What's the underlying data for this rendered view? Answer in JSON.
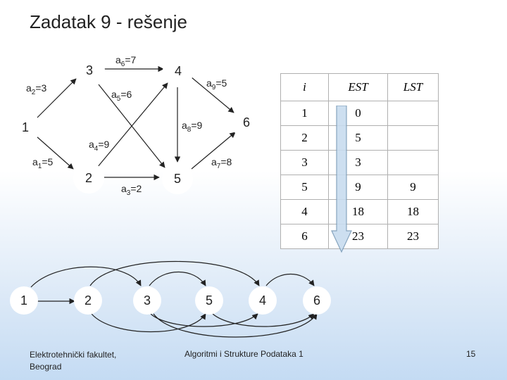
{
  "title": "Zadatak 9 - rešenje",
  "graph": {
    "nodes": [
      "1",
      "2",
      "3",
      "4",
      "5",
      "6"
    ],
    "edges": [
      {
        "name": "a",
        "sub": "1",
        "value": "=5"
      },
      {
        "name": "a",
        "sub": "2",
        "value": "=3"
      },
      {
        "name": "a",
        "sub": "3",
        "value": "=2"
      },
      {
        "name": "a",
        "sub": "4",
        "value": "=9"
      },
      {
        "name": "a",
        "sub": "5",
        "value": "=6"
      },
      {
        "name": "a",
        "sub": "6",
        "value": "=7"
      },
      {
        "name": "a",
        "sub": "7",
        "value": "=8"
      },
      {
        "name": "a",
        "sub": "8",
        "value": "=9"
      },
      {
        "name": "a",
        "sub": "9",
        "value": "=5"
      }
    ]
  },
  "table": {
    "headers": [
      "i",
      "EST",
      "LST"
    ],
    "rows": [
      [
        "1",
        "0",
        ""
      ],
      [
        "2",
        "5",
        ""
      ],
      [
        "3",
        "3",
        ""
      ],
      [
        "5",
        "9",
        "9"
      ],
      [
        "4",
        "18",
        "18"
      ],
      [
        "6",
        "23",
        "23"
      ]
    ]
  },
  "order": {
    "nodes": [
      "1",
      "2",
      "3",
      "5",
      "4",
      "6"
    ]
  },
  "footer": {
    "left_line1": "Elektrotehnički fakultet,",
    "left_line2": "Beograd",
    "center": "Algoritmi i Strukture Podataka 1",
    "page": "15"
  },
  "colors": {
    "arrow_fill": "#c8dcef",
    "arrow_stroke": "#7a9bb8"
  }
}
